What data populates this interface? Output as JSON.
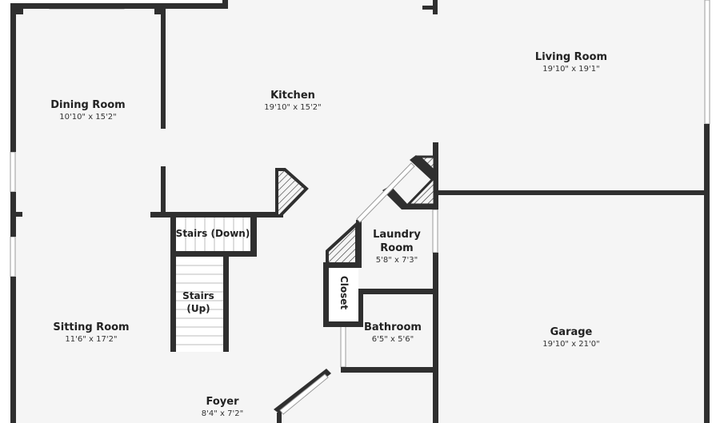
{
  "colors": {
    "wall": "#2f2f2f",
    "floor": "#f5f5f5",
    "background": "#ffffff",
    "window": "#9a9a9a",
    "text": "#222222"
  },
  "rooms": {
    "dining_room": {
      "name": "Dining Room",
      "dims": "10'10\" x 15'2\""
    },
    "kitchen": {
      "name": "Kitchen",
      "dims": "19'10\" x 15'2\""
    },
    "living_room": {
      "name": "Living Room",
      "dims": "19'10\" x 19'1\""
    },
    "stairs_down": {
      "name": "Stairs (Down)"
    },
    "stairs_up": {
      "line1": "Stairs",
      "line2": "(Up)"
    },
    "laundry_room": {
      "line1": "Laundry",
      "line2": "Room",
      "dims": "5'8\" x 7'3\""
    },
    "closet": {
      "name": "Closet"
    },
    "bathroom": {
      "name": "Bathroom",
      "dims": "6'5\" x 5'6\""
    },
    "sitting_room": {
      "name": "Sitting Room",
      "dims": "11'6\" x 17'2\""
    },
    "garage": {
      "name": "Garage",
      "dims": "19'10\" x 21'0\""
    },
    "foyer": {
      "name": "Foyer",
      "dims": "8'4\" x 7'2\""
    }
  }
}
